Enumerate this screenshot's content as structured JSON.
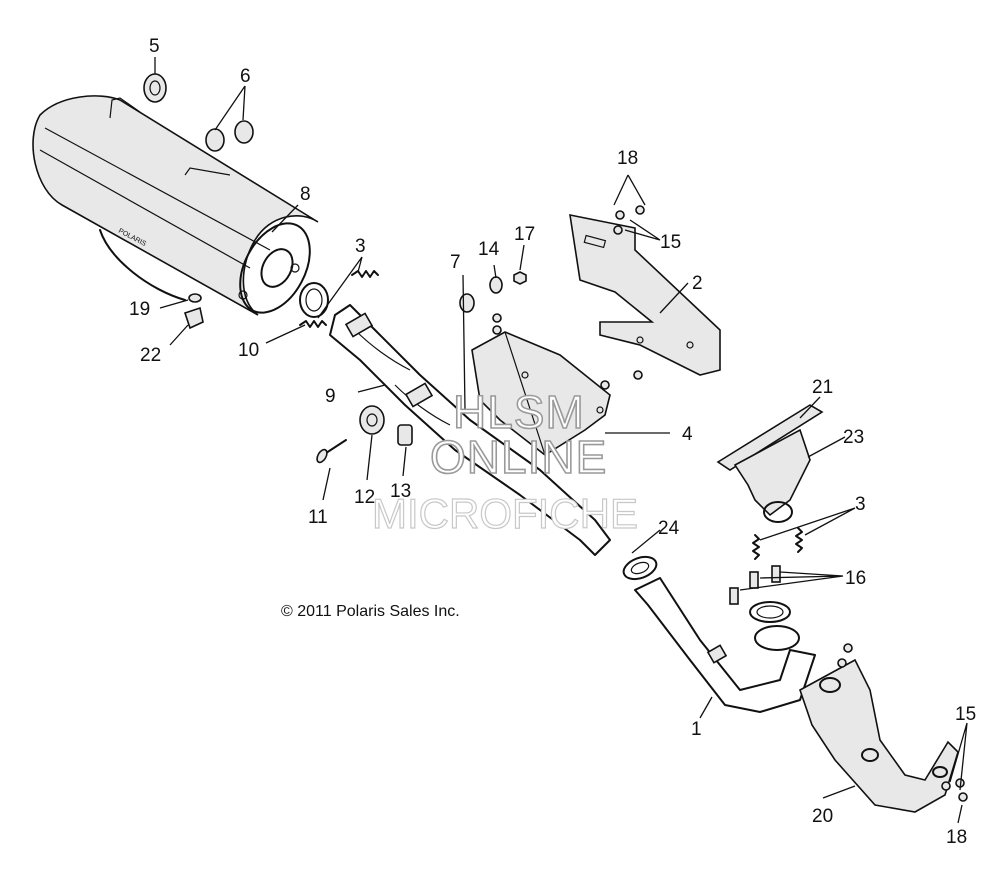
{
  "copyright": "© 2011 Polaris Sales Inc.",
  "watermark": {
    "line1": "HLSM",
    "line2": "ONLINE",
    "line3": "MICROFICHE"
  },
  "muffler_label": "POLARIS",
  "callouts": {
    "c1": "1",
    "c2": "2",
    "c3a": "3",
    "c3b": "3",
    "c4": "4",
    "c5": "5",
    "c6": "6",
    "c7": "7",
    "c8": "8",
    "c9": "9",
    "c10": "10",
    "c11": "11",
    "c12": "12",
    "c13": "13",
    "c14": "14",
    "c15a": "15",
    "c15b": "15",
    "c16": "16",
    "c17": "17",
    "c18a": "18",
    "c18b": "18",
    "c19": "19",
    "c20": "20",
    "c21": "21",
    "c22": "22",
    "c23": "23",
    "c24": "24"
  }
}
